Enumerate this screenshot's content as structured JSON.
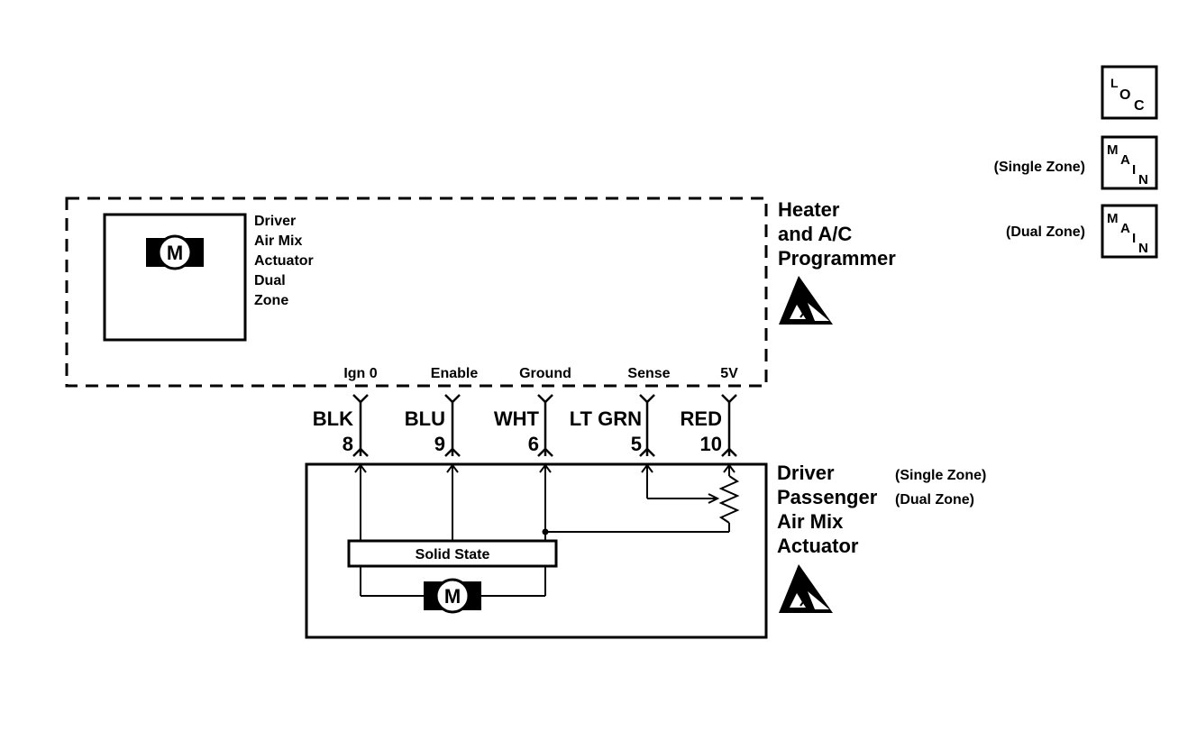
{
  "programmer": {
    "title_lines": [
      "Heater",
      "and A/C",
      "Programmer"
    ],
    "inner_motor_letter": "M",
    "inner_actuator_lines": [
      "Driver",
      "Air Mix",
      "Actuator",
      "Dual",
      "Zone"
    ]
  },
  "pins": [
    {
      "function": "Ign 0",
      "color": "BLK",
      "pin": "8"
    },
    {
      "function": "Enable",
      "color": "BLU",
      "pin": "9"
    },
    {
      "function": "Ground",
      "color": "WHT",
      "pin": "6"
    },
    {
      "function": "Sense",
      "color": "LT GRN",
      "pin": "5"
    },
    {
      "function": "5V",
      "color": "RED",
      "pin": "10"
    }
  ],
  "actuator": {
    "title_lines": [
      "Driver",
      "Passenger",
      "Air Mix",
      "Actuator"
    ],
    "zone_notes": [
      "(Single Zone)",
      "(Dual Zone)"
    ],
    "solid_state_label": "Solid State",
    "motor_letter": "M"
  },
  "legend": {
    "loc": {
      "l": "L",
      "o": "O",
      "c": "C"
    },
    "main": {
      "m": "M",
      "a": "A",
      "i": "I",
      "n": "N"
    },
    "single_zone_label": "(Single Zone)",
    "dual_zone_label": "(Dual Zone)"
  }
}
